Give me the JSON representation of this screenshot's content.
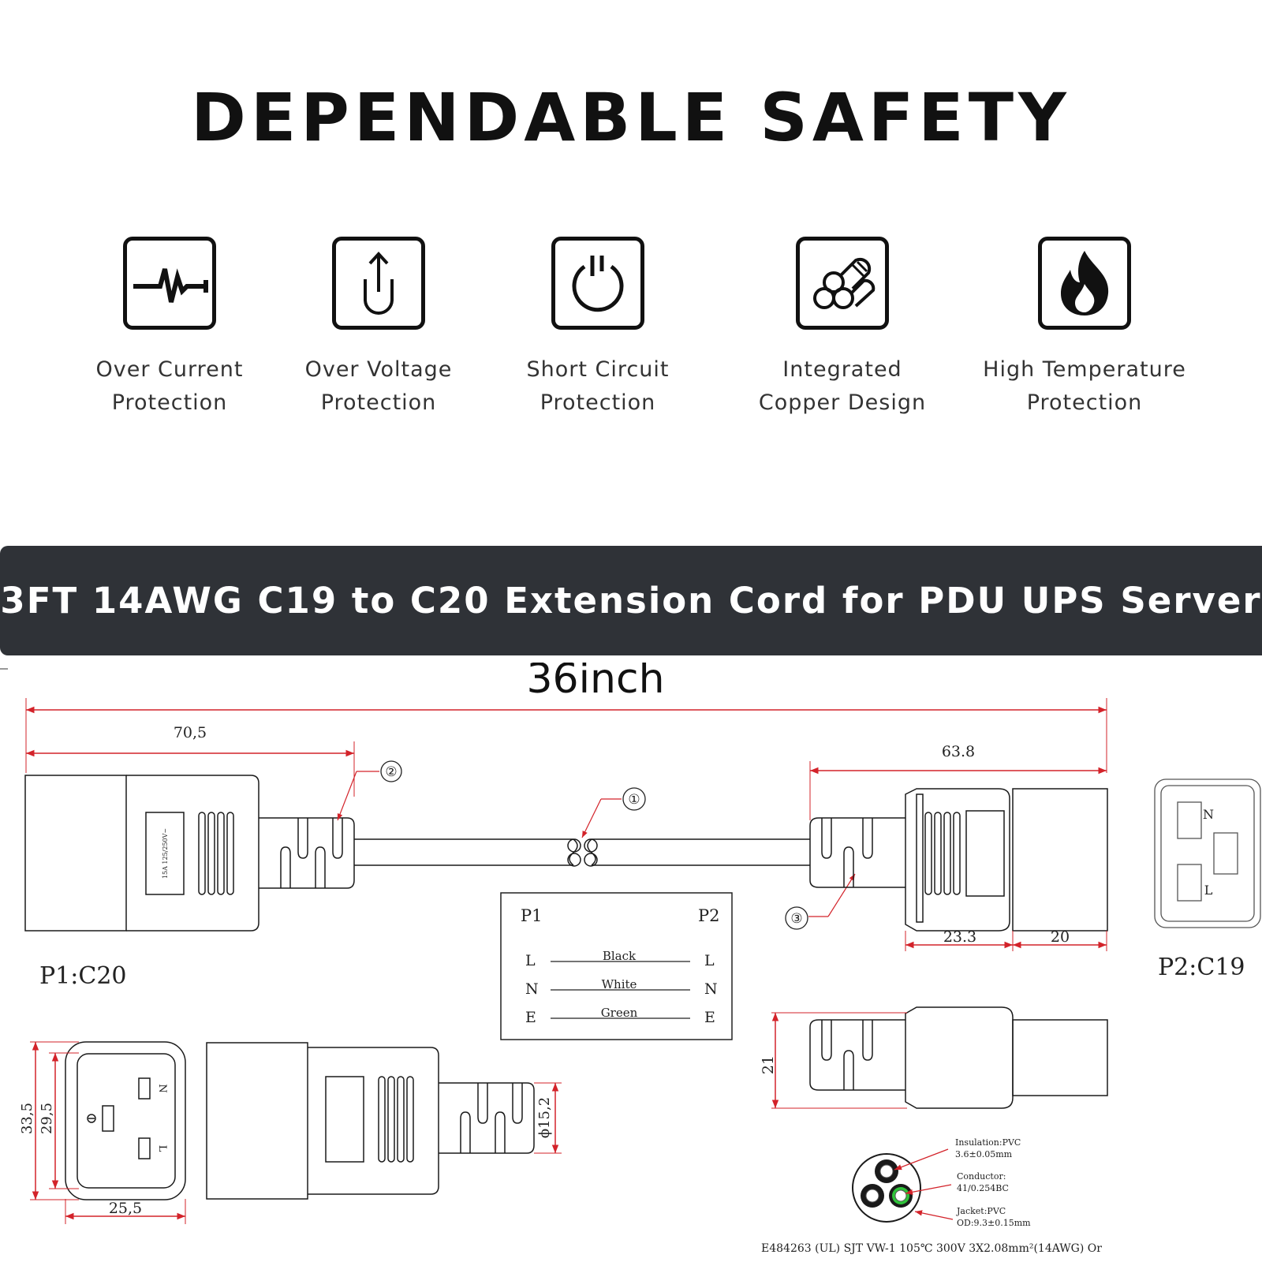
{
  "headline": "DEPENDABLE SAFETY",
  "features": [
    {
      "icon": "waveform-icon",
      "line1": "Over Current",
      "line2": "Protection"
    },
    {
      "icon": "upload-arrow-icon",
      "line1": "Over Voltage",
      "line2": "Protection"
    },
    {
      "icon": "power-icon",
      "line1": "Short Circuit",
      "line2": "Protection"
    },
    {
      "icon": "copper-wires-icon",
      "line1": "Integrated",
      "line2": "Copper Design"
    },
    {
      "icon": "flame-icon",
      "line1": "High Temperature",
      "line2": "Protection"
    }
  ],
  "banner": "3FT 14AWG C19 to C20 Extension Cord for PDU UPS Server",
  "drawing": {
    "length": "36inch",
    "dims": {
      "p1_length": "70,5",
      "p2_length": "63.8",
      "p2_body": "23.3",
      "p2_head": "20",
      "p2_height": "21",
      "face_outer": "33,5",
      "face_inner": "29,5",
      "face_width": "25,5",
      "cable_dia": "ϕ15,2"
    },
    "callouts": [
      "①",
      "②",
      "③"
    ],
    "p1_label": "P1:C20",
    "p2_label": "P2:C19",
    "rating_text": "15A 125/250V~",
    "wiring": {
      "p1": "P1",
      "p2": "P2",
      "rows": [
        {
          "pin": "L",
          "color": "Black"
        },
        {
          "pin": "N",
          "color": "White"
        },
        {
          "pin": "E",
          "color": "Green"
        }
      ]
    },
    "face_pins": {
      "n": "N",
      "l": "L"
    },
    "cross_section": {
      "insulation": "Insulation:PVC",
      "insulation_val": "3.6±0.05mm",
      "conductor": "Conductor:",
      "conductor_val": "41/0.254BC",
      "jacket": "Jacket:PVC",
      "jacket_val": "OD:9.3±0.15mm"
    },
    "spec_line": "E484263 (UL) SJT VW-1 105℃ 300V 3X2.08mm²(14AWG) Or"
  },
  "colors": {
    "dimension": "#d3232a",
    "banner": "#2f3237",
    "outline": "#1a1a1a",
    "green_wire": "#2fc43a"
  }
}
